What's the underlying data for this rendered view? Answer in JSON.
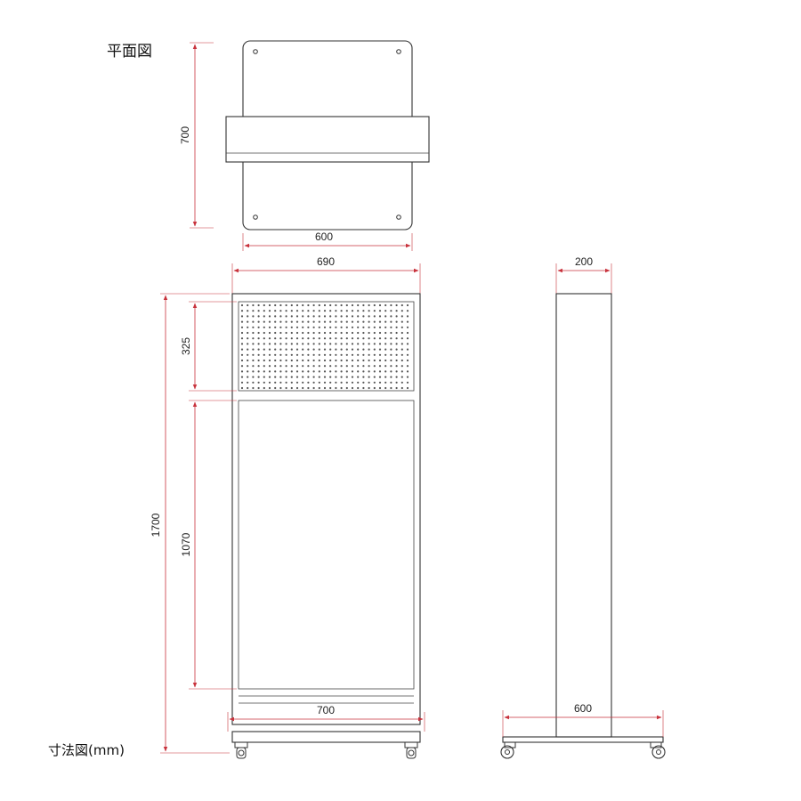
{
  "labels": {
    "plan_title": "平面図",
    "footer_title": "寸法図(mm)"
  },
  "dimensions": {
    "plan_depth": "700",
    "plan_width": "600",
    "front_width": "690",
    "side_depth": "200",
    "total_height": "1700",
    "panel_height": "325",
    "board_height": "1070",
    "base_width_front": "700",
    "base_width_side": "600"
  },
  "colors": {
    "dimension_line": "#c8323c",
    "outline": "#333333"
  }
}
